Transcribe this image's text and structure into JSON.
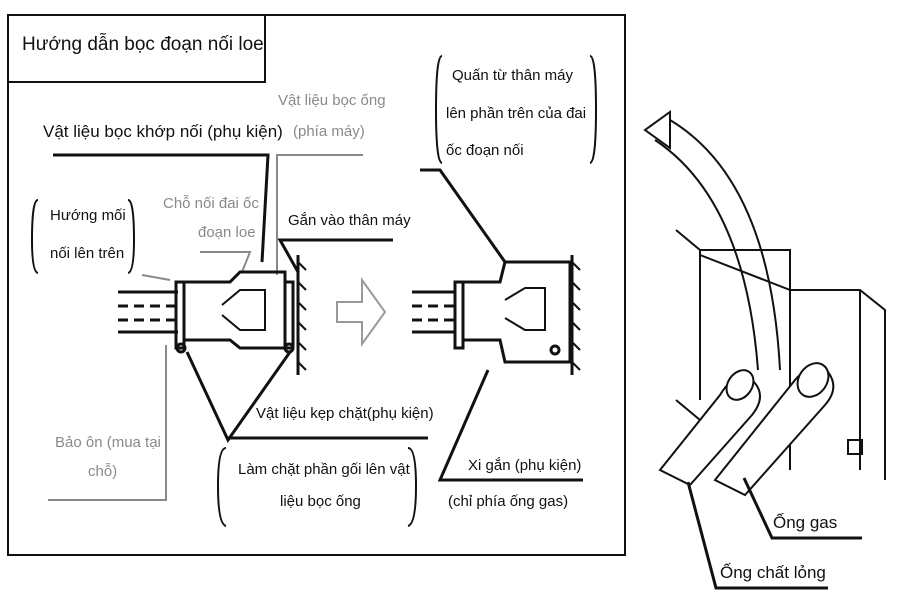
{
  "title": "Hướng dẫn bọc đoạn nối loe",
  "labels": {
    "joint_cover": "Vật liệu bọc khớp nối (phụ kiện)",
    "pipe_cover_line1": "Vật liệu bọc ống",
    "pipe_cover_line2": "(phía máy)",
    "joint_dir_line1": "Hướng mối",
    "joint_dir_line2": "nối lên trên",
    "flare_nut_line1": "Chỗ nối đai ốc",
    "flare_nut_line2": "đoạn loe",
    "attach_body": "Gắn vào thân máy",
    "wrap_line1": "Quấn từ thân máy",
    "wrap_line2": "lên phần trên của đai",
    "wrap_line3": "ốc đoạn nối",
    "clamp": "Vật liệu kẹp chặt(phụ kiện)",
    "tighten_line1": "Làm chặt phần gối lên vật",
    "tighten_line2": "liệu bọc ống",
    "insulation_line1": "Bảo ôn (mua tại",
    "insulation_line2": "chỗ)",
    "sealant": "Xi gắn (phụ kiện)",
    "sealant_note": "(chỉ phía ống gas)",
    "gas_pipe": "Ống gas",
    "liquid_pipe": "Ống chất lỏng"
  },
  "colors": {
    "line": "#111111",
    "gray": "#8a8a8a"
  }
}
